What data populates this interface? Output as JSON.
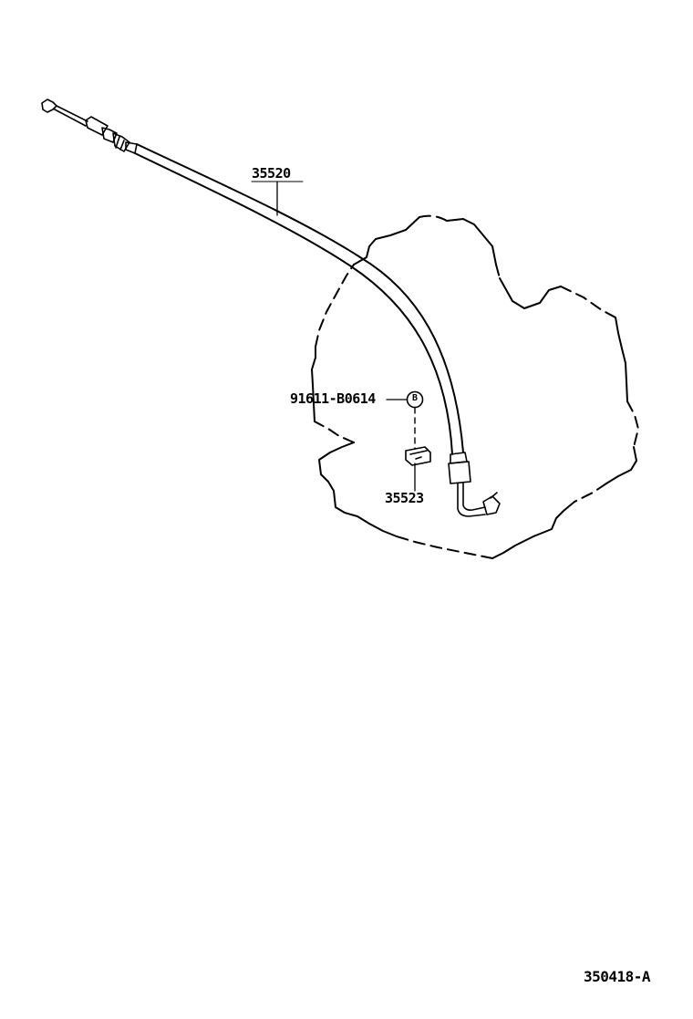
{
  "parts": {
    "cable": {
      "part_number": "35520"
    },
    "bolt": {
      "part_number": "91611-B0614",
      "marker": "B"
    },
    "clamp": {
      "part_number": "35523"
    }
  },
  "diagram_id": "350418-A"
}
